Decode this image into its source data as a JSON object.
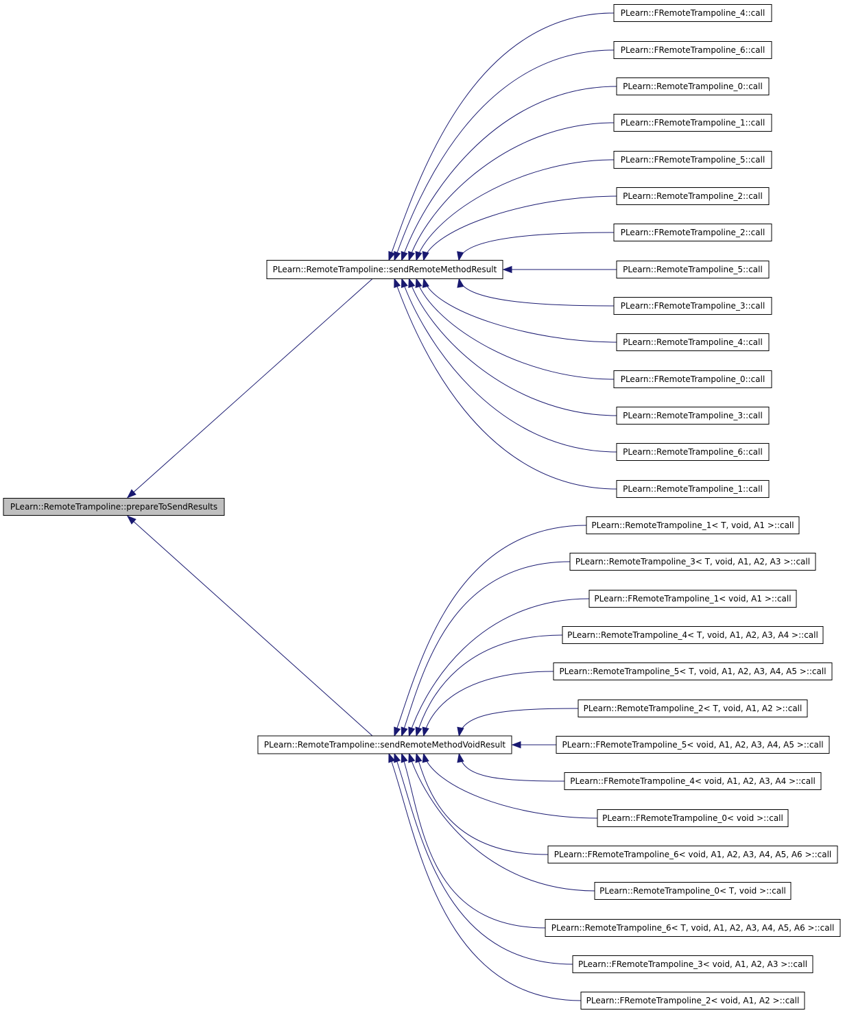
{
  "graph": {
    "nodes": [
      {
        "id": "root",
        "label": "PLearn::RemoteTrampoline::prepareToSendResults",
        "highlighted": true
      },
      {
        "id": "m1",
        "label": "PLearn::RemoteTrampoline::sendRemoteMethodResult"
      },
      {
        "id": "m2",
        "label": "PLearn::RemoteTrampoline::sendRemoteMethodVoidResult"
      },
      {
        "id": "a1",
        "label": "PLearn::FRemoteTrampoline_4::call"
      },
      {
        "id": "a2",
        "label": "PLearn::FRemoteTrampoline_6::call"
      },
      {
        "id": "a3",
        "label": "PLearn::RemoteTrampoline_0::call"
      },
      {
        "id": "a4",
        "label": "PLearn::FRemoteTrampoline_1::call"
      },
      {
        "id": "a5",
        "label": "PLearn::FRemoteTrampoline_5::call"
      },
      {
        "id": "a6",
        "label": "PLearn::RemoteTrampoline_2::call"
      },
      {
        "id": "a7",
        "label": "PLearn::FRemoteTrampoline_2::call"
      },
      {
        "id": "a8",
        "label": "PLearn::RemoteTrampoline_5::call"
      },
      {
        "id": "a9",
        "label": "PLearn::FRemoteTrampoline_3::call"
      },
      {
        "id": "a10",
        "label": "PLearn::RemoteTrampoline_4::call"
      },
      {
        "id": "a11",
        "label": "PLearn::FRemoteTrampoline_0::call"
      },
      {
        "id": "a12",
        "label": "PLearn::RemoteTrampoline_3::call"
      },
      {
        "id": "a13",
        "label": "PLearn::RemoteTrampoline_6::call"
      },
      {
        "id": "a14",
        "label": "PLearn::RemoteTrampoline_1::call"
      },
      {
        "id": "b1",
        "label": "PLearn::RemoteTrampoline_1< T, void, A1 >::call"
      },
      {
        "id": "b2",
        "label": "PLearn::RemoteTrampoline_3< T, void, A1, A2, A3 >::call"
      },
      {
        "id": "b3",
        "label": "PLearn::FRemoteTrampoline_1< void, A1 >::call"
      },
      {
        "id": "b4",
        "label": "PLearn::RemoteTrampoline_4< T, void, A1, A2, A3, A4 >::call"
      },
      {
        "id": "b5",
        "label": "PLearn::RemoteTrampoline_5< T, void, A1, A2, A3, A4, A5 >::call"
      },
      {
        "id": "b6",
        "label": "PLearn::RemoteTrampoline_2< T, void, A1, A2 >::call"
      },
      {
        "id": "b7",
        "label": "PLearn::FRemoteTrampoline_5< void, A1, A2, A3, A4, A5 >::call"
      },
      {
        "id": "b8",
        "label": "PLearn::FRemoteTrampoline_4< void, A1, A2, A3, A4 >::call"
      },
      {
        "id": "b9",
        "label": "PLearn::FRemoteTrampoline_0< void >::call"
      },
      {
        "id": "b10",
        "label": "PLearn::FRemoteTrampoline_6< void, A1, A2, A3, A4, A5, A6 >::call"
      },
      {
        "id": "b11",
        "label": "PLearn::RemoteTrampoline_0< T, void >::call"
      },
      {
        "id": "b12",
        "label": "PLearn::RemoteTrampoline_6< T, void, A1, A2, A3, A4, A5, A6 >::call"
      },
      {
        "id": "b13",
        "label": "PLearn::FRemoteTrampoline_3< void, A1, A2, A3 >::call"
      },
      {
        "id": "b14",
        "label": "PLearn::FRemoteTrampoline_2< void, A1, A2 >::call"
      }
    ],
    "edges": [
      {
        "from": "m1",
        "to": "root"
      },
      {
        "from": "m2",
        "to": "root"
      },
      {
        "from": "a1",
        "to": "m1"
      },
      {
        "from": "a2",
        "to": "m1"
      },
      {
        "from": "a3",
        "to": "m1"
      },
      {
        "from": "a4",
        "to": "m1"
      },
      {
        "from": "a5",
        "to": "m1"
      },
      {
        "from": "a6",
        "to": "m1"
      },
      {
        "from": "a7",
        "to": "m1"
      },
      {
        "from": "a8",
        "to": "m1"
      },
      {
        "from": "a9",
        "to": "m1"
      },
      {
        "from": "a10",
        "to": "m1"
      },
      {
        "from": "a11",
        "to": "m1"
      },
      {
        "from": "a12",
        "to": "m1"
      },
      {
        "from": "a13",
        "to": "m1"
      },
      {
        "from": "a14",
        "to": "m1"
      },
      {
        "from": "b1",
        "to": "m2"
      },
      {
        "from": "b2",
        "to": "m2"
      },
      {
        "from": "b3",
        "to": "m2"
      },
      {
        "from": "b4",
        "to": "m2"
      },
      {
        "from": "b5",
        "to": "m2"
      },
      {
        "from": "b6",
        "to": "m2"
      },
      {
        "from": "b7",
        "to": "m2"
      },
      {
        "from": "b8",
        "to": "m2"
      },
      {
        "from": "b9",
        "to": "m2"
      },
      {
        "from": "b10",
        "to": "m2"
      },
      {
        "from": "b11",
        "to": "m2"
      },
      {
        "from": "b12",
        "to": "m2"
      },
      {
        "from": "b13",
        "to": "m2"
      },
      {
        "from": "b14",
        "to": "m2"
      }
    ]
  },
  "colors": {
    "edge": "#191970",
    "node_border": "#000000",
    "node_fill": "#ffffff",
    "root_fill": "#bfbfbf"
  }
}
